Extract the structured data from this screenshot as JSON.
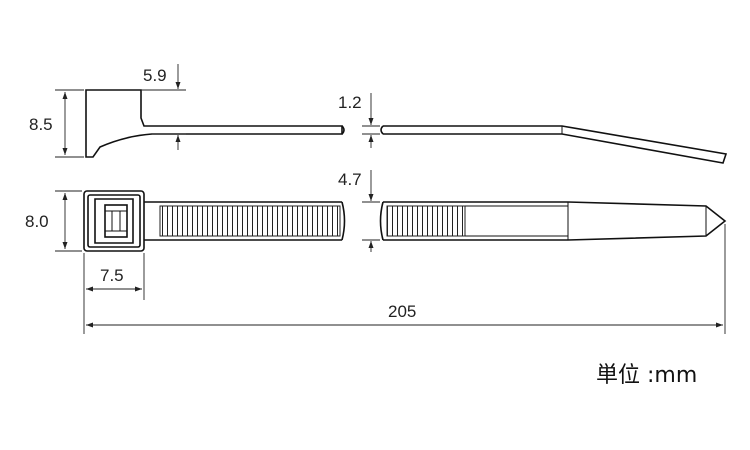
{
  "dimensions": {
    "head_height_side": "8.5",
    "head_step": "5.9",
    "strap_thickness": "1.2",
    "head_height_top": "8.0",
    "strap_width": "4.7",
    "head_length": "7.5",
    "total_length": "205"
  },
  "unit_label": "単位 :mm"
}
